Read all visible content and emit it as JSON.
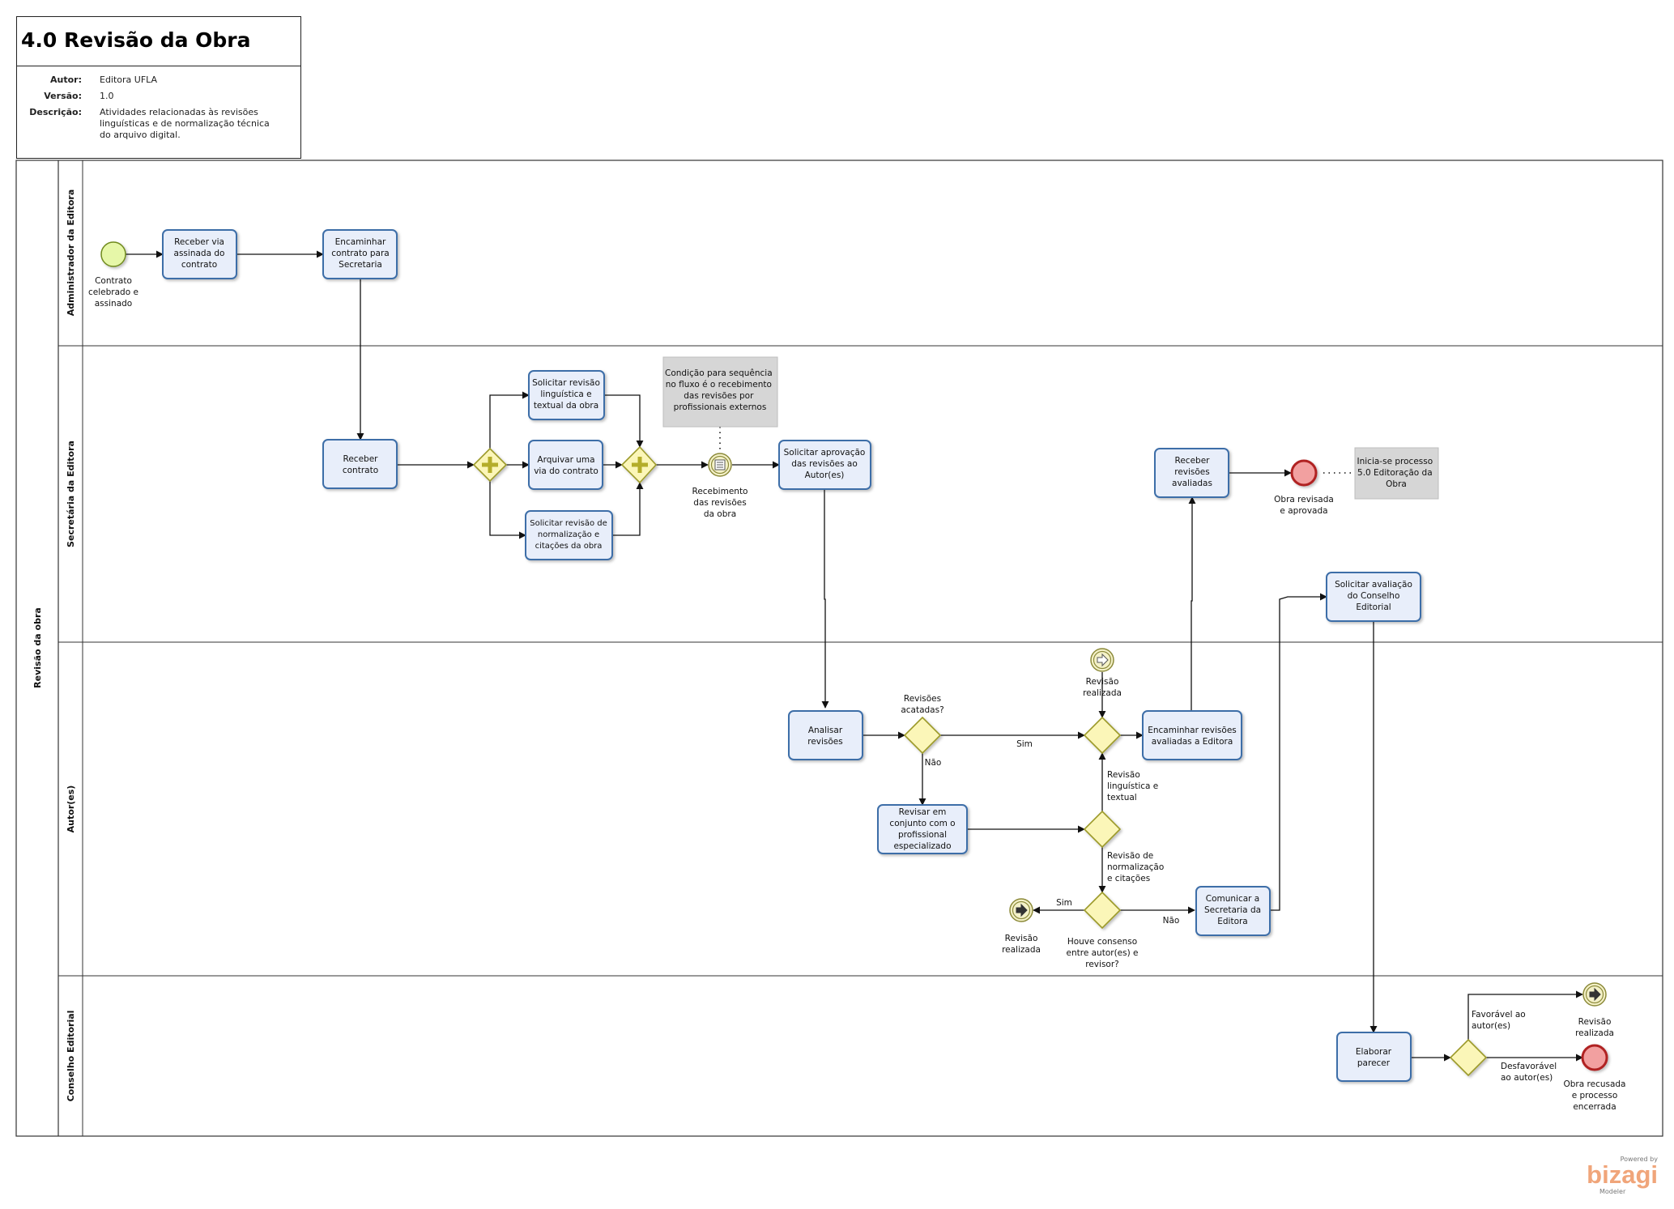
{
  "header": {
    "title": "4.0 Revisão da Obra",
    "author_label": "Autor:",
    "author": "Editora UFLA",
    "version_label": "Versão:",
    "version": "1.0",
    "description_label": "Descrição:",
    "description": "Atividades relacionadas às revisões linguísticas e de normalização técnica do arquivo digital."
  },
  "pool": {
    "name": "Revisão da obra"
  },
  "lanes": [
    {
      "name": "Administrador da Editora"
    },
    {
      "name": "Secretária da Editora"
    },
    {
      "name": "Autor(es)"
    },
    {
      "name": "Conselho Editorial"
    }
  ],
  "events": {
    "start": [
      "Contrato",
      "celebrado e",
      "assinado"
    ],
    "intermediate_receive": [
      "Recebimento",
      "das revisões",
      "da obra"
    ],
    "end_approved": [
      "Obra revisada",
      "e aprovada"
    ],
    "link_top": [
      "Revisão",
      "realizada"
    ],
    "link_left": [
      "Revisão",
      "realizada"
    ],
    "link_council": [
      "Revisão",
      "realizada"
    ],
    "end_rejected": [
      "Obra recusada",
      "e processo",
      "encerrada"
    ]
  },
  "tasks": {
    "t1": [
      "Receber via",
      "assinada do",
      "contrato"
    ],
    "t2": [
      "Encaminhar",
      "contrato para",
      "Secretaria"
    ],
    "t3": [
      "Receber",
      "contrato"
    ],
    "t4": [
      "Solicitar revisão",
      "linguística e",
      "textual da obra"
    ],
    "t5": [
      "Arquivar uma",
      "via do contrato"
    ],
    "t6": [
      "Solicitar revisão de",
      "normalização e",
      "citações da obra"
    ],
    "t7": [
      "Solicitar aprovação",
      "das revisões ao",
      "Autor(es)"
    ],
    "t8": [
      "Receber",
      "revisões",
      "avaliadas"
    ],
    "t9": [
      "Solicitar avaliação",
      "do Conselho",
      "Editorial"
    ],
    "t10": [
      "Analisar",
      "revisões"
    ],
    "t11": [
      "Encaminhar revisões",
      "avaliadas a Editora"
    ],
    "t12": [
      "Revisar em",
      "conjunto com o",
      "profissional",
      "especializado"
    ],
    "t13": [
      "Comunicar a",
      "Secretaria da",
      "Editora"
    ],
    "t14": [
      "Elaborar",
      "parecer"
    ]
  },
  "annotations": {
    "condition": [
      "Condição para sequência",
      "no fluxo é o recebimento",
      "das revisões por",
      "profissionais externos"
    ],
    "next_process": [
      "Inicia-se processo",
      "5.0 Editoração da",
      "Obra"
    ]
  },
  "gateways": {
    "revisions_accepted": [
      "Revisões",
      "acatadas?"
    ],
    "consensus": [
      "Houve consenso",
      "entre autor(es) e",
      "revisor?"
    ]
  },
  "flow_labels": {
    "sim_main": "Sim",
    "nao_main": "Não",
    "ling": [
      "Revisão",
      "linguística e",
      "textual"
    ],
    "norm": [
      "Revisão de",
      "normalização",
      "e citações"
    ],
    "sim_consensus": "Sim",
    "nao_consensus": "Não",
    "favorable": [
      "Favorável ao",
      "autor(es)"
    ],
    "unfavorable": [
      "Desfavorável",
      "ao autor(es)"
    ]
  },
  "logo": {
    "powered": "Powered by",
    "brand": "bizagi",
    "product": "Modeler"
  },
  "colors": {
    "task_fill": "#e8eefa",
    "task_stroke": "#3e6ea8",
    "gateway_fill": "#fbf6b8",
    "gateway_stroke": "#9c9a2a",
    "start_fill": "#e6f7a8",
    "end_fill": "#f2a0a0",
    "annotation_fill": "#d6d6d6"
  }
}
